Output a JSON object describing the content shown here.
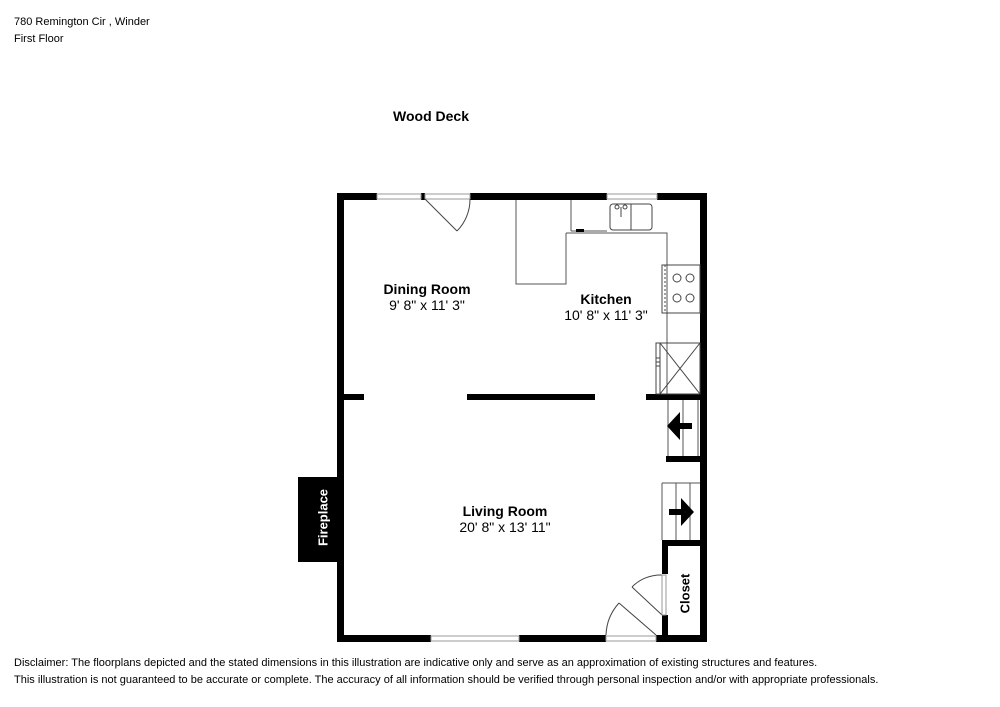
{
  "header": {
    "address": "780 Remington Cir , Winder",
    "floor": "First Floor"
  },
  "outside": {
    "label": "Wood Deck"
  },
  "rooms": [
    {
      "name": "Dining Room",
      "dimensions": "9' 8\" x 11' 3\""
    },
    {
      "name": "Kitchen",
      "dimensions": "10' 8\" x 11' 3\""
    },
    {
      "name": "Living Room",
      "dimensions": "20' 8\" x 13' 11\""
    }
  ],
  "features": {
    "fireplace": "Fireplace",
    "closet": "Closet"
  },
  "icons": {
    "stairs_up": "arrow-left",
    "stairs_down": "arrow-right",
    "sink": "double-sink",
    "range": "four-burner-stove",
    "fridge": "refrigerator-x-box"
  },
  "disclaimer": {
    "line1": "Disclaimer: The floorplans depicted and the stated dimensions in this illustration are indicative only and serve as an approximation of existing structures and features.",
    "line2": "This illustration is not guaranteed to be accurate or complete. The accuracy of all information should be verified through personal inspection and/or with appropriate professionals."
  },
  "colors": {
    "wall": "#000000",
    "fixture_line": "#555555",
    "window": "#bbbbbb",
    "background": "#ffffff"
  }
}
